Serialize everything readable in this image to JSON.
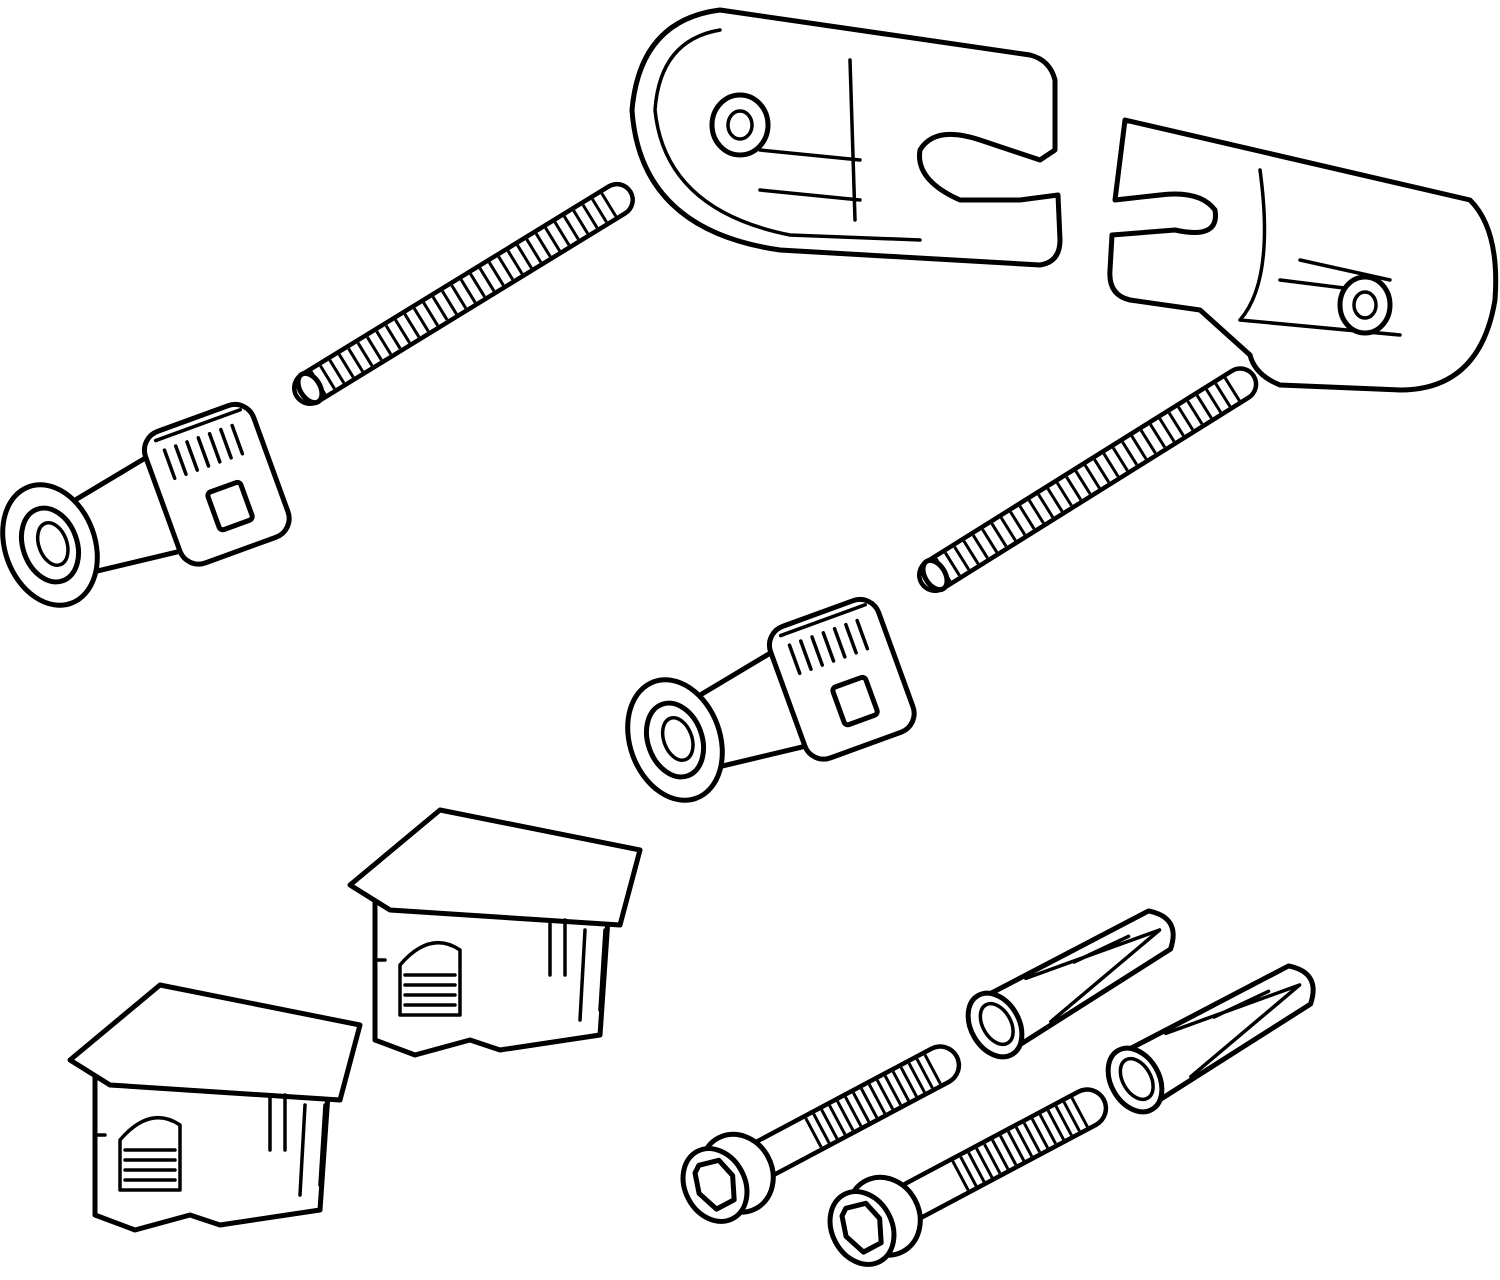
{
  "drawing": {
    "kind": "exploded parts illustration",
    "line_color": "#000000",
    "background_color": "#ffffff",
    "parts": [
      {
        "name": "mounting-bracket",
        "count": 2
      },
      {
        "name": "threaded-rod",
        "count": 2
      },
      {
        "name": "flanged-anchor-sleeve",
        "count": 2
      },
      {
        "name": "square-cap",
        "count": 2
      },
      {
        "name": "hex-bolt",
        "count": 2
      },
      {
        "name": "wall-plug",
        "count": 2
      }
    ]
  }
}
